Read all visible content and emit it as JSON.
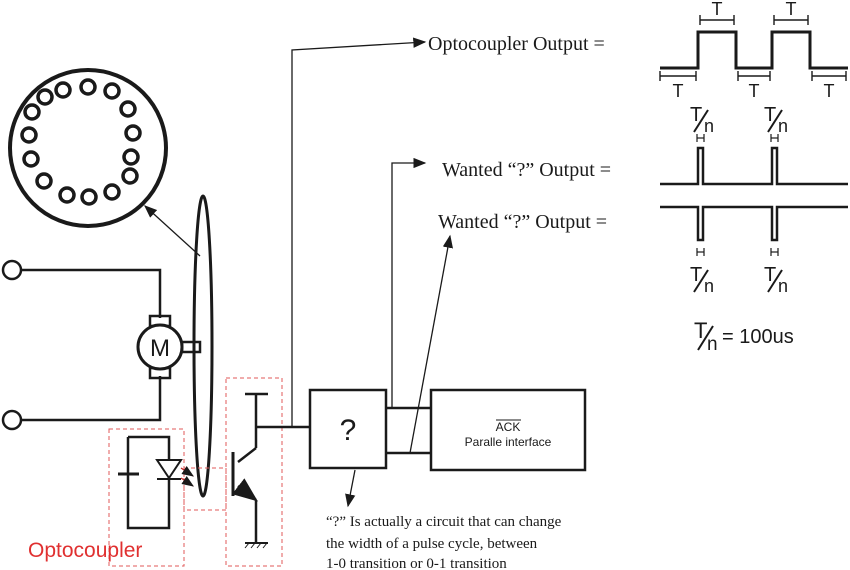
{
  "labels": {
    "optocoupler_output": "Optocoupler Output =",
    "wanted_output_1": "Wanted “?” Output =",
    "wanted_output_2": "Wanted “?” Output =",
    "optocoupler": "Optocoupler",
    "motor": "M",
    "question_box": "?",
    "ack": "ACK",
    "parallel_interface": "Paralle interface",
    "period_symbol": "T",
    "fraction_num": "T",
    "fraction_den": "n",
    "equals_value": "= 100us",
    "note_line1": "“?” Is actually a circuit that can change",
    "note_line2": "the width of a pulse cycle, between",
    "note_line3": "1-0 transition or 0-1 transition"
  },
  "colors": {
    "line": "#1a1a1a",
    "dashed_box": "#e05a5a",
    "optocoupler_label": "#e03030",
    "background": "#ffffff"
  }
}
